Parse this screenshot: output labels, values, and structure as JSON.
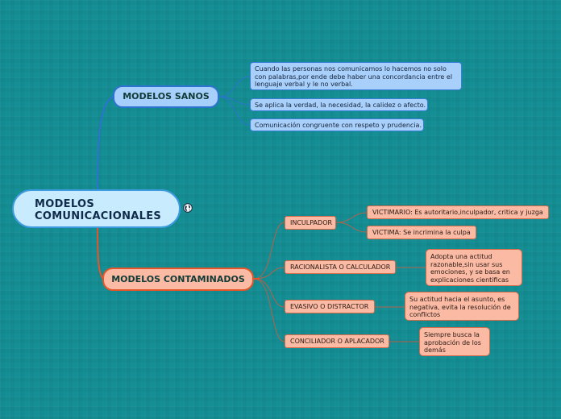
{
  "root": {
    "label": "MODELOS COMUNICACIONALES",
    "icon": "globe-icon"
  },
  "branches": [
    {
      "label": "MODELOS SANOS",
      "color": "#2e72d2",
      "fill": "#a7cffb",
      "children": [
        {
          "label": "Cuando las personas nos comunicamos lo hacemos no solo con palabras,por ende debe haber una concordancia entre el lenguaje verbal y le no verbal."
        },
        {
          "label": "Se aplica la verdad, la necesidad, la calidez o afecto."
        },
        {
          "label": "Comunicación congruente con respeto y prudencia."
        }
      ]
    },
    {
      "label": "MODELOS CONTAMINADOS",
      "color": "#e4562a",
      "fill": "#fbbaa4",
      "children": [
        {
          "label": "INCULPADOR",
          "children": [
            {
              "label": "VICTIMARIO: Es autoritario,inculpador, critica y juzga"
            },
            {
              "label": "VICTIMA: Se incrimina la culpa"
            }
          ]
        },
        {
          "label": "RACIONALISTA O CALCULADOR",
          "children": [
            {
              "label": "Adopta una actitud razonable,sin usar sus emociones, y se basa en explicaciones cientificas"
            }
          ]
        },
        {
          "label": "EVASIVO O DISTRACTOR",
          "children": [
            {
              "label": "Su actitud hacia el asunto, es negativa, evita la resolución de conflictos"
            }
          ]
        },
        {
          "label": "CONCILIADOR O APLACADOR",
          "children": [
            {
              "label": "Siempre busca la aprobación de los demás"
            }
          ]
        }
      ]
    }
  ],
  "colors": {
    "background": "#148f96",
    "root_fill": "#c8ecfd",
    "root_border": "#3f9be0"
  }
}
